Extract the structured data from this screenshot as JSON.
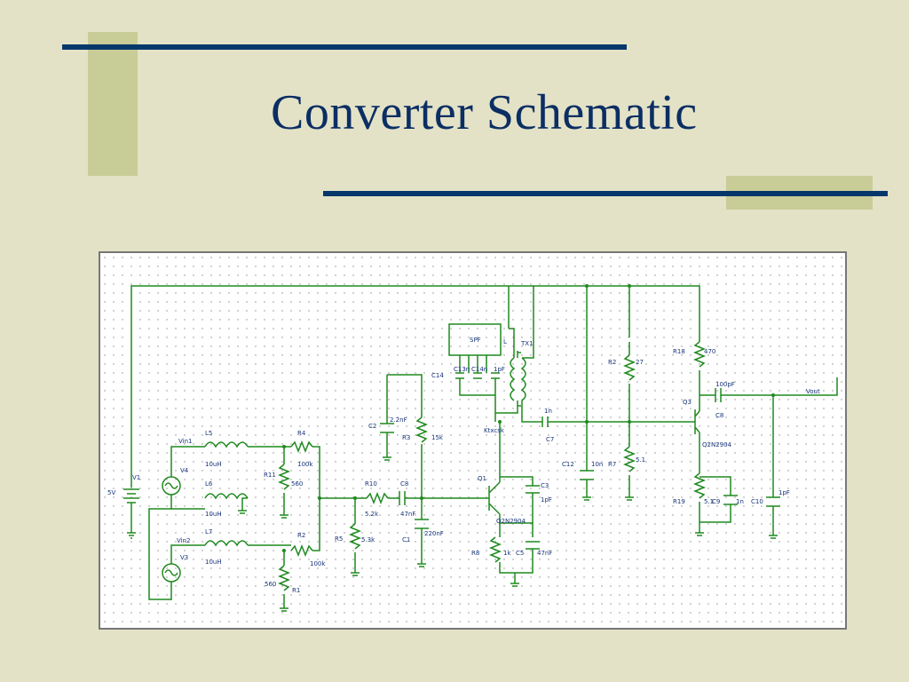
{
  "slide": {
    "title": "Converter Schematic"
  },
  "colors": {
    "background": "#e3e2c7",
    "accent_block": "#c8cc96",
    "rule": "#06376b",
    "title": "#0b2e63",
    "wire": "#1f8a1f",
    "label": "#16337a"
  },
  "schematic": {
    "labels": [
      "V1",
      "5V",
      "Vin1",
      "Vin2",
      "V4",
      "V3",
      "L5",
      "10uH",
      "L6",
      "10uH",
      "L7",
      "10uH",
      "R4",
      "100k",
      "R11",
      "560",
      "R2",
      "100k",
      "560",
      "R1",
      "C2",
      "2.2nF",
      "R3",
      "15k",
      "R10",
      "5.2k",
      "C8",
      "47nF",
      "R5",
      "5.3k",
      "C1",
      "220nF",
      "SPF",
      "L",
      "TX1",
      "C14",
      "C13n",
      "C14n",
      "1pF",
      "Ktxcsk",
      "Q1",
      "Q2N2904",
      "C3",
      "1pF",
      "R8",
      "1k",
      "C5",
      "47nF",
      "1n",
      "C7",
      "C12",
      "10n",
      "R2",
      "27",
      "R7",
      "5.1",
      "R18",
      "470",
      "100pF",
      "C8",
      "Vout",
      "Q3",
      "Q2N2904",
      "R19",
      "5.1",
      "C9",
      "1n",
      "C10",
      "1pF"
    ]
  }
}
